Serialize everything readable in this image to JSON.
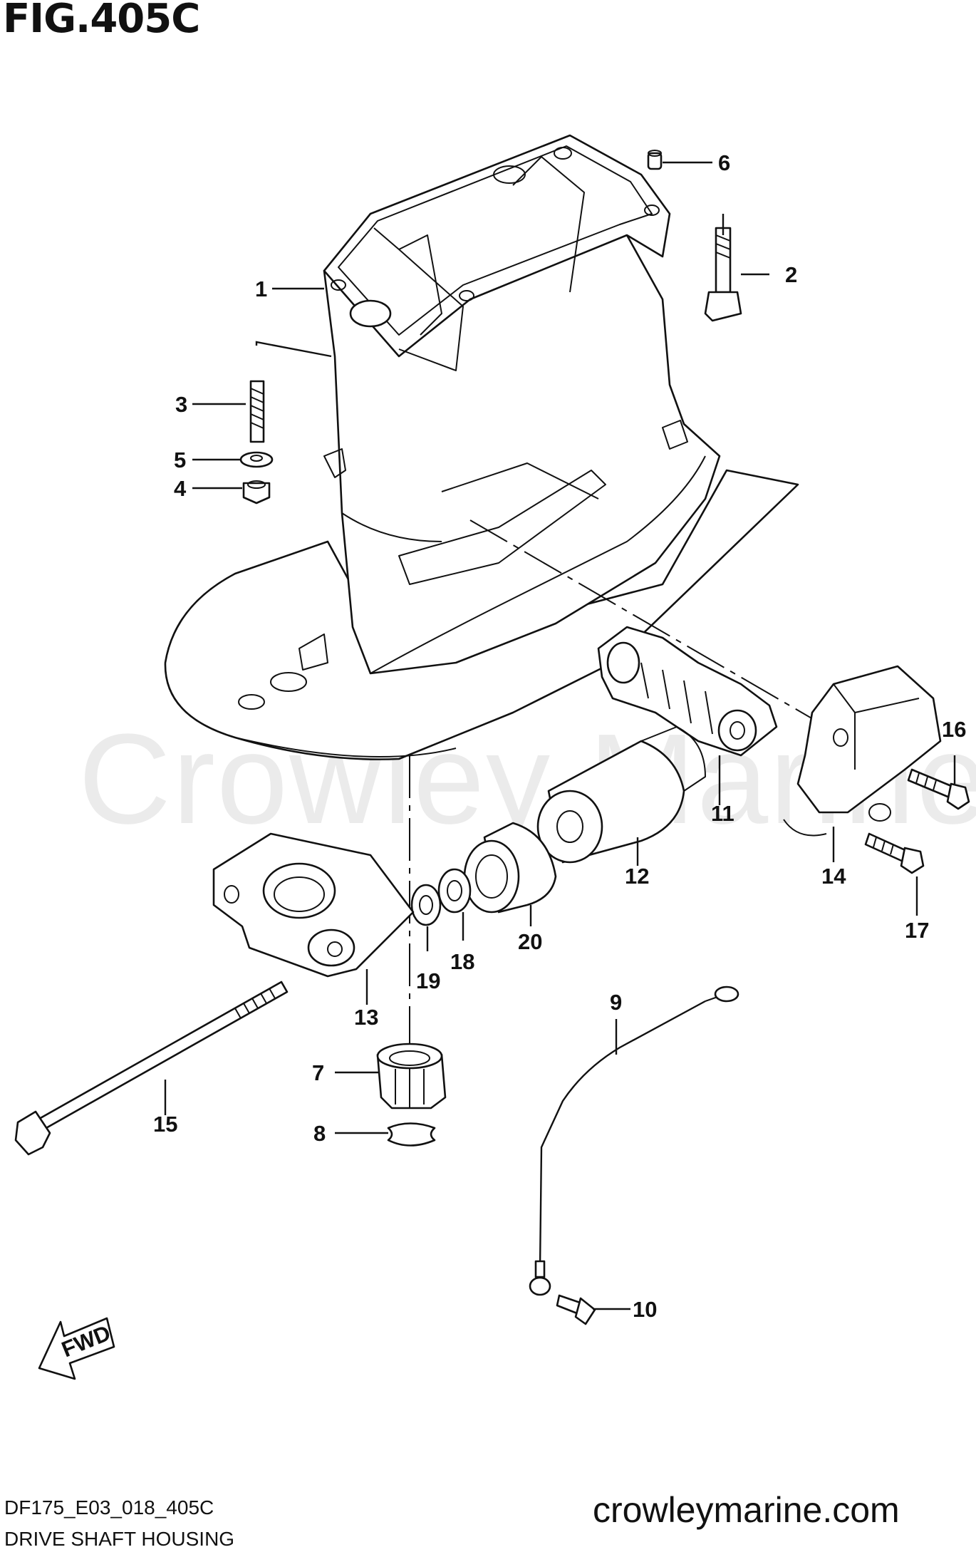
{
  "figure": {
    "title": "FIG.405C",
    "caption": "DRIVE SHAFT HOUSING",
    "code": "DF175_E03_018_405C",
    "site": "crowleymarine.com",
    "watermark": "Crowley Marine",
    "fwd_label": "FWD"
  },
  "callouts": [
    "1",
    "2",
    "3",
    "4",
    "5",
    "6",
    "7",
    "8",
    "9",
    "10",
    "11",
    "12",
    "13",
    "14",
    "15",
    "16",
    "17",
    "18",
    "19",
    "20"
  ]
}
